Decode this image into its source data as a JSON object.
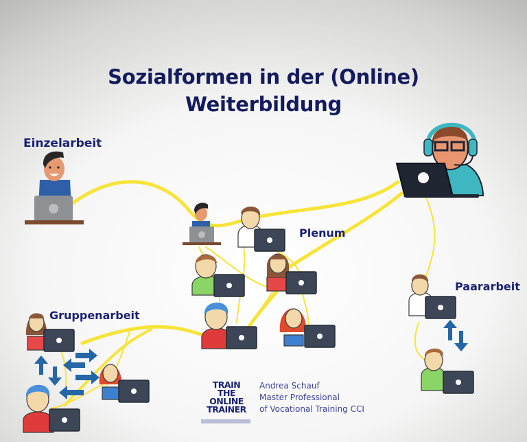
{
  "title": {
    "line1": "Sozialformen in der (Online)",
    "line2": "Weiterbildung"
  },
  "sections": {
    "einzelarbeit": {
      "label": "Einzelarbeit"
    },
    "plenum": {
      "label": "Plenum"
    },
    "paararbeit": {
      "label": "Paararbeit"
    },
    "gruppenarbeit": {
      "label": "Gruppenarbeit"
    }
  },
  "roles": {
    "trainer": "trainer-with-headset",
    "presenter": "participant-with-laptop-on-desk"
  },
  "logo": {
    "line1": "TRAIN",
    "line2": "THE",
    "line3": "ONLINE",
    "line4": "TRAINER"
  },
  "credit": {
    "name": "Andrea Schauf",
    "title_line1": "Master Professional",
    "title_line2": "of Vocational Training CCI"
  },
  "colors": {
    "title_text": "#141b5e",
    "label_text": "#1a2270",
    "connection_line": "#f7e43a",
    "arrow": "#2566a6",
    "laptop": "#3d4656",
    "headset": "#3fb7c1"
  }
}
